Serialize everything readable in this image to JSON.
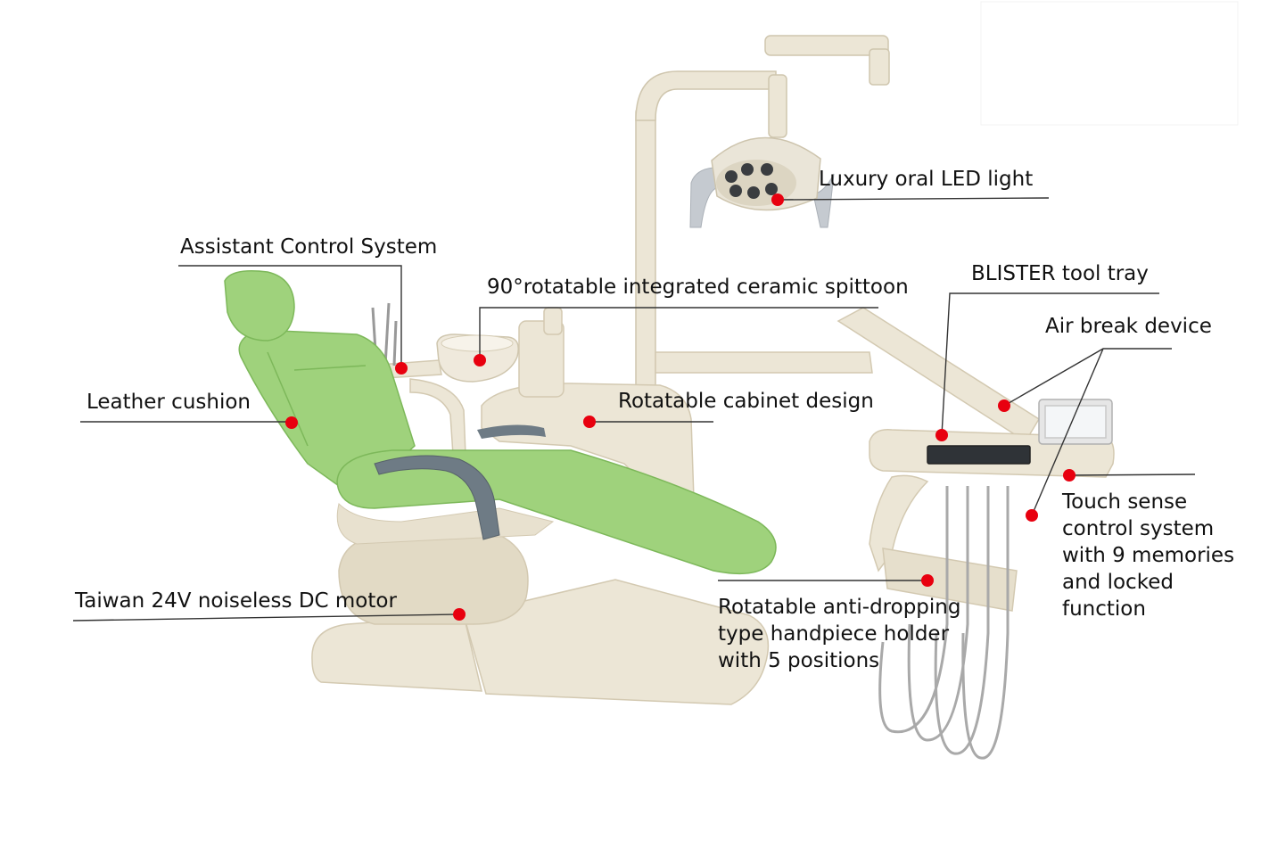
{
  "labels": {
    "led_light": "Luxury oral LED light",
    "assistant_control": "Assistant Control System",
    "spittoon": "90°rotatable integrated ceramic spittoon",
    "tool_tray": "BLISTER tool tray",
    "air_break": "Air break device",
    "leather_cushion": "Leather cushion",
    "cabinet": "Rotatable cabinet design",
    "motor": "Taiwan 24V noiseless DC motor",
    "touch_sense": [
      "Touch sense",
      "control system",
      "with 9 memories",
      "and locked",
      "function"
    ],
    "handpiece_holder": [
      "Rotatable anti-dropping",
      "type handpiece holder",
      "with 5 positions"
    ]
  },
  "colors": {
    "marker": "#e8000f",
    "leader_line": "#333333",
    "upholstery": "#9fd27c",
    "upholstery_dark": "#7db85a",
    "frame": "#ece6d6",
    "frame_shadow": "#d6cdb6",
    "armrest": "#6e7b85",
    "hose": "#a9a9a9"
  }
}
